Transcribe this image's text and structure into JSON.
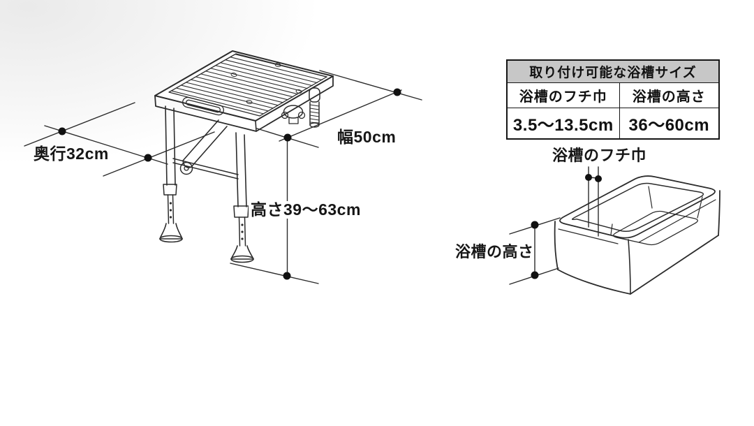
{
  "board_figure": {
    "depth_label": "奥行32cm",
    "width_label": "幅50cm",
    "height_label": "高さ39～63cm"
  },
  "spec_table": {
    "title": "取り付け可能な浴槽サイズ",
    "columns": [
      "浴槽のフチ巾",
      "浴槽の高さ"
    ],
    "values": [
      "3.5～13.5cm",
      "36～60cm"
    ]
  },
  "tub_figure": {
    "rim_width_label": "浴槽のフチ巾",
    "height_label": "浴槽の高さ"
  },
  "colors": {
    "table_header_bg": "#c7c7c7",
    "line_color": "#2b2b2b",
    "dot_color": "#111111",
    "background_tint": "#eaeaea"
  }
}
